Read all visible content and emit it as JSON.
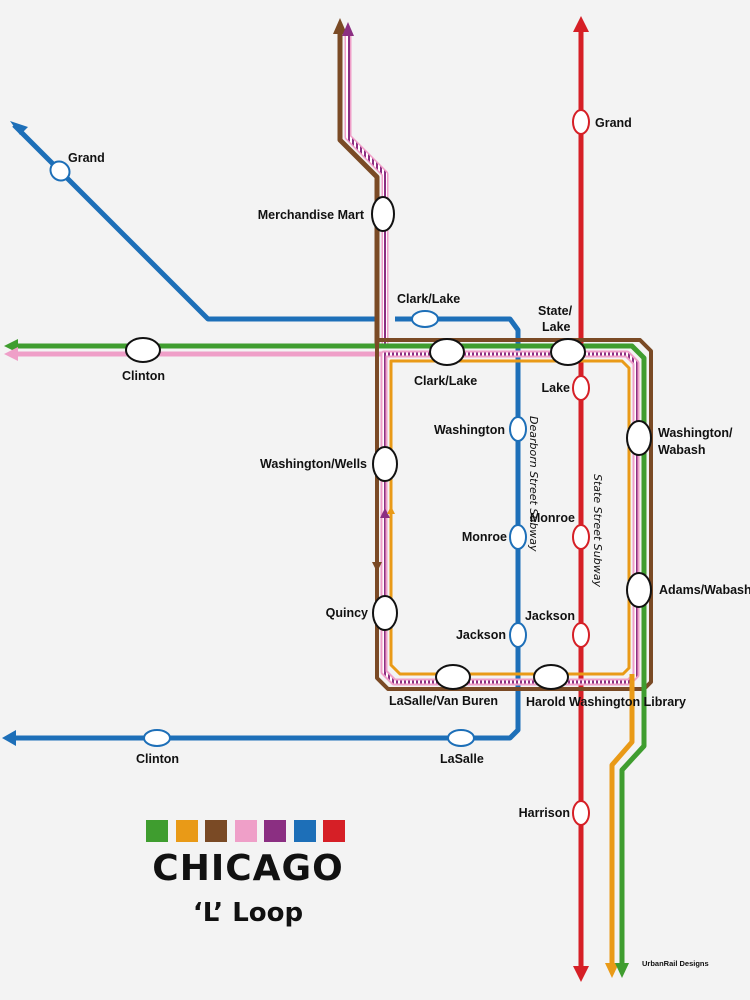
{
  "line_colors": {
    "green": "#3f9d2f",
    "orange": "#e99a17",
    "brown": "#7a4a25",
    "pink": "#ef9fc8",
    "purple": "#8b2f82",
    "blue": "#1d6fb8",
    "red": "#d61f26"
  },
  "legend": {
    "swatches": [
      "#3f9d2f",
      "#e99a17",
      "#7a4a25",
      "#ef9fc8",
      "#8b2f82",
      "#1d6fb8",
      "#d61f26"
    ],
    "title": "CHICAGO",
    "subtitle": "‘L’ Loop"
  },
  "stations": {
    "grand_blue": "Grand",
    "grand_red": "Grand",
    "merchandise_mart": "Merchandise Mart",
    "clark_lake_blue": "Clark/Lake",
    "clark_lake_loop": "Clark/Lake",
    "state_lake": [
      "State/",
      "Lake"
    ],
    "clinton_green": "Clinton",
    "lake_red": "Lake",
    "washington_blue": "Washington",
    "washington_wells": "Washington/Wells",
    "washington_wabash": [
      "Washington/",
      "Wabash"
    ],
    "monroe_blue": "Monroe",
    "monroe_red": "Monroe",
    "adams_wabash": "Adams/Wabash",
    "quincy": "Quincy",
    "jackson_blue": "Jackson",
    "jackson_red": "Jackson",
    "lasalle_van_buren": "LaSalle/Van Buren",
    "harold_washington_library": "Harold Washington Library",
    "clinton_blue": "Clinton",
    "lasalle_blue": "LaSalle",
    "harrison": "Harrison"
  },
  "subways": {
    "dearborn": "Dearborn Street Subway",
    "state": "State Street Subway"
  },
  "credit": "UrbanRail Designs"
}
